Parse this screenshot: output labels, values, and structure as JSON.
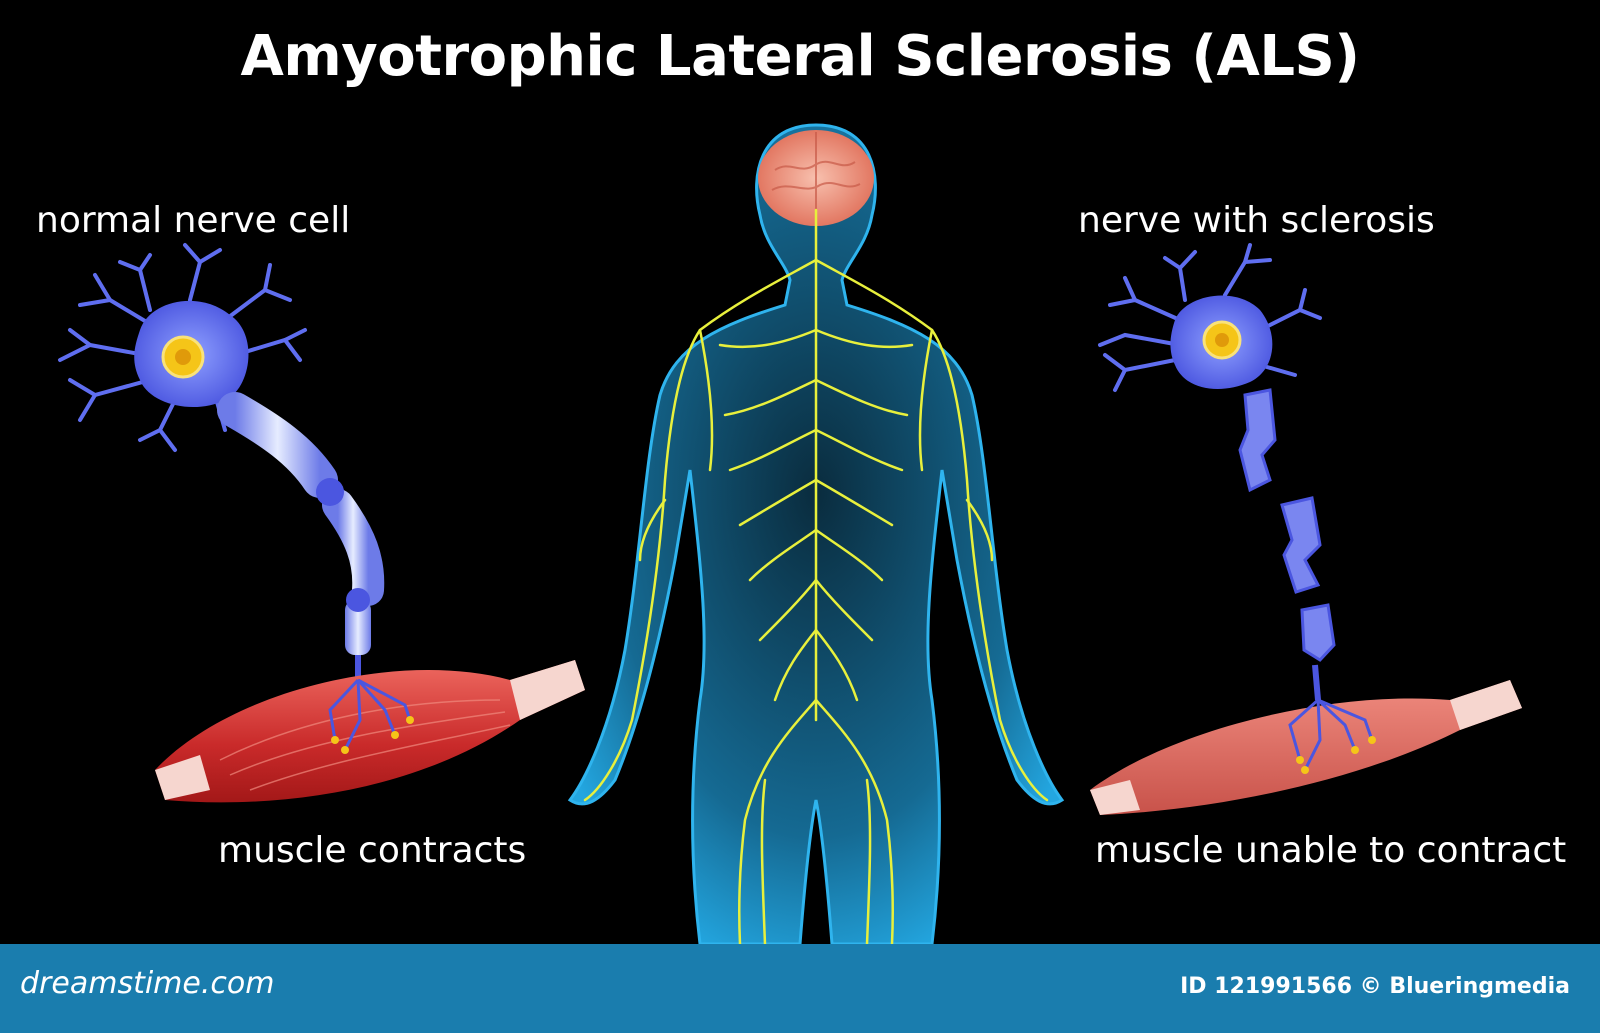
{
  "title": "Amyotrophic Lateral Sclerosis (ALS)",
  "labels": {
    "normal_nerve_cell": "normal nerve cell",
    "nerve_with_sclerosis": "nerve with sclerosis",
    "muscle_contracts": "muscle contracts",
    "muscle_unable": "muscle unable to contract"
  },
  "footer": {
    "logo": "dreamstime.com",
    "credit": "ID 121991566 © Blueringmedia"
  },
  "colors": {
    "background": "#000000",
    "body": "#1e9ad6",
    "nerves": "#e8f03c",
    "brain": "#f2a08a",
    "neuron": "#5f6ef0",
    "nucleus": "#f5c518",
    "muscle": "#d83a36",
    "footer": "#1a7dae"
  }
}
